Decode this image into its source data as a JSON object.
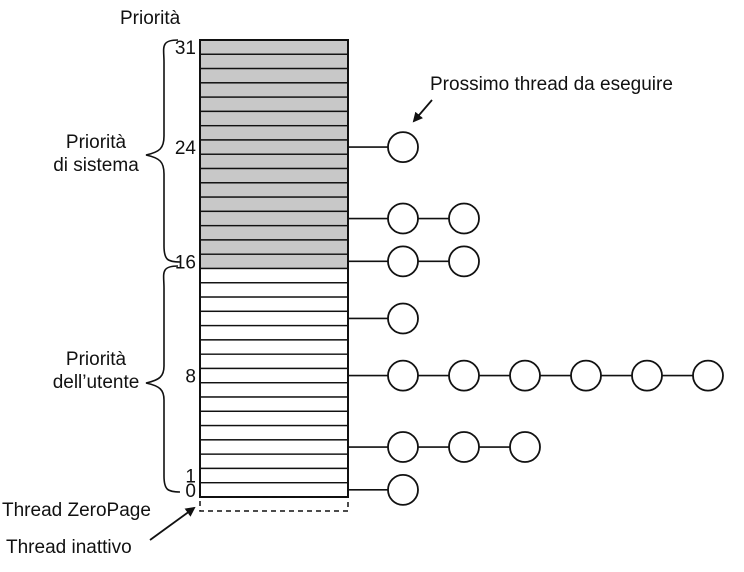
{
  "header": {
    "priority_label": "Priorità"
  },
  "ranges": {
    "system": {
      "line1": "Priorità",
      "line2": "di sistema"
    },
    "user": {
      "line1": "Priorità",
      "line2": "dell’utente"
    }
  },
  "priority_ticks": [
    {
      "label": "31",
      "level": 31
    },
    {
      "label": "24",
      "level": 24
    },
    {
      "label": "16",
      "level": 16
    },
    {
      "label": "8",
      "level": 8
    },
    {
      "label": "1",
      "level": 1
    },
    {
      "label": "0",
      "level": 0
    }
  ],
  "levels": {
    "max": 31,
    "min": 0,
    "system_min": 16
  },
  "queues": [
    {
      "level": 24,
      "threads": 1
    },
    {
      "level": 19,
      "threads": 2
    },
    {
      "level": 16,
      "threads": 2
    },
    {
      "level": 12,
      "threads": 1
    },
    {
      "level": 8,
      "threads": 6
    },
    {
      "level": 3,
      "threads": 3
    },
    {
      "level": 0,
      "threads": 1
    }
  ],
  "annotations": {
    "next_thread": "Prossimo thread da eseguire",
    "zero_page": "Thread ZeroPage",
    "idle_thread": "Thread inattivo"
  },
  "colors": {
    "system_fill": "#c8c8c8",
    "user_fill": "#ffffff",
    "stroke": "#111111"
  }
}
